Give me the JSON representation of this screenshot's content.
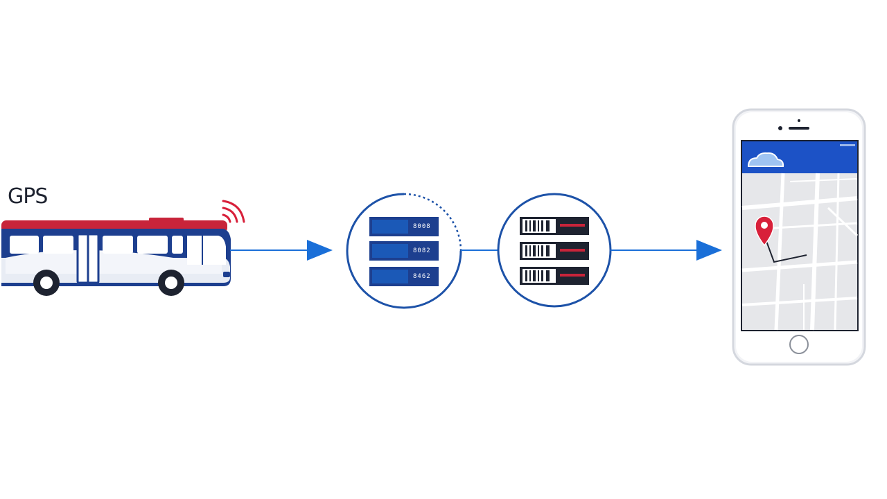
{
  "gps_label": "GPS",
  "servers": [
    {
      "code": "8008"
    },
    {
      "code": "8082"
    },
    {
      "code": "8462"
    }
  ],
  "colors": {
    "accent": "#1a6fd8",
    "navy": "#1d3f8f",
    "bus_red": "#c8243a",
    "pin_red": "#d8203a"
  },
  "icons": [
    "bus-icon",
    "signal-icon",
    "arrow-right-icon",
    "server-rack-icon",
    "database-rack-icon",
    "smartphone-icon",
    "location-pin-icon",
    "cloud-icon"
  ]
}
